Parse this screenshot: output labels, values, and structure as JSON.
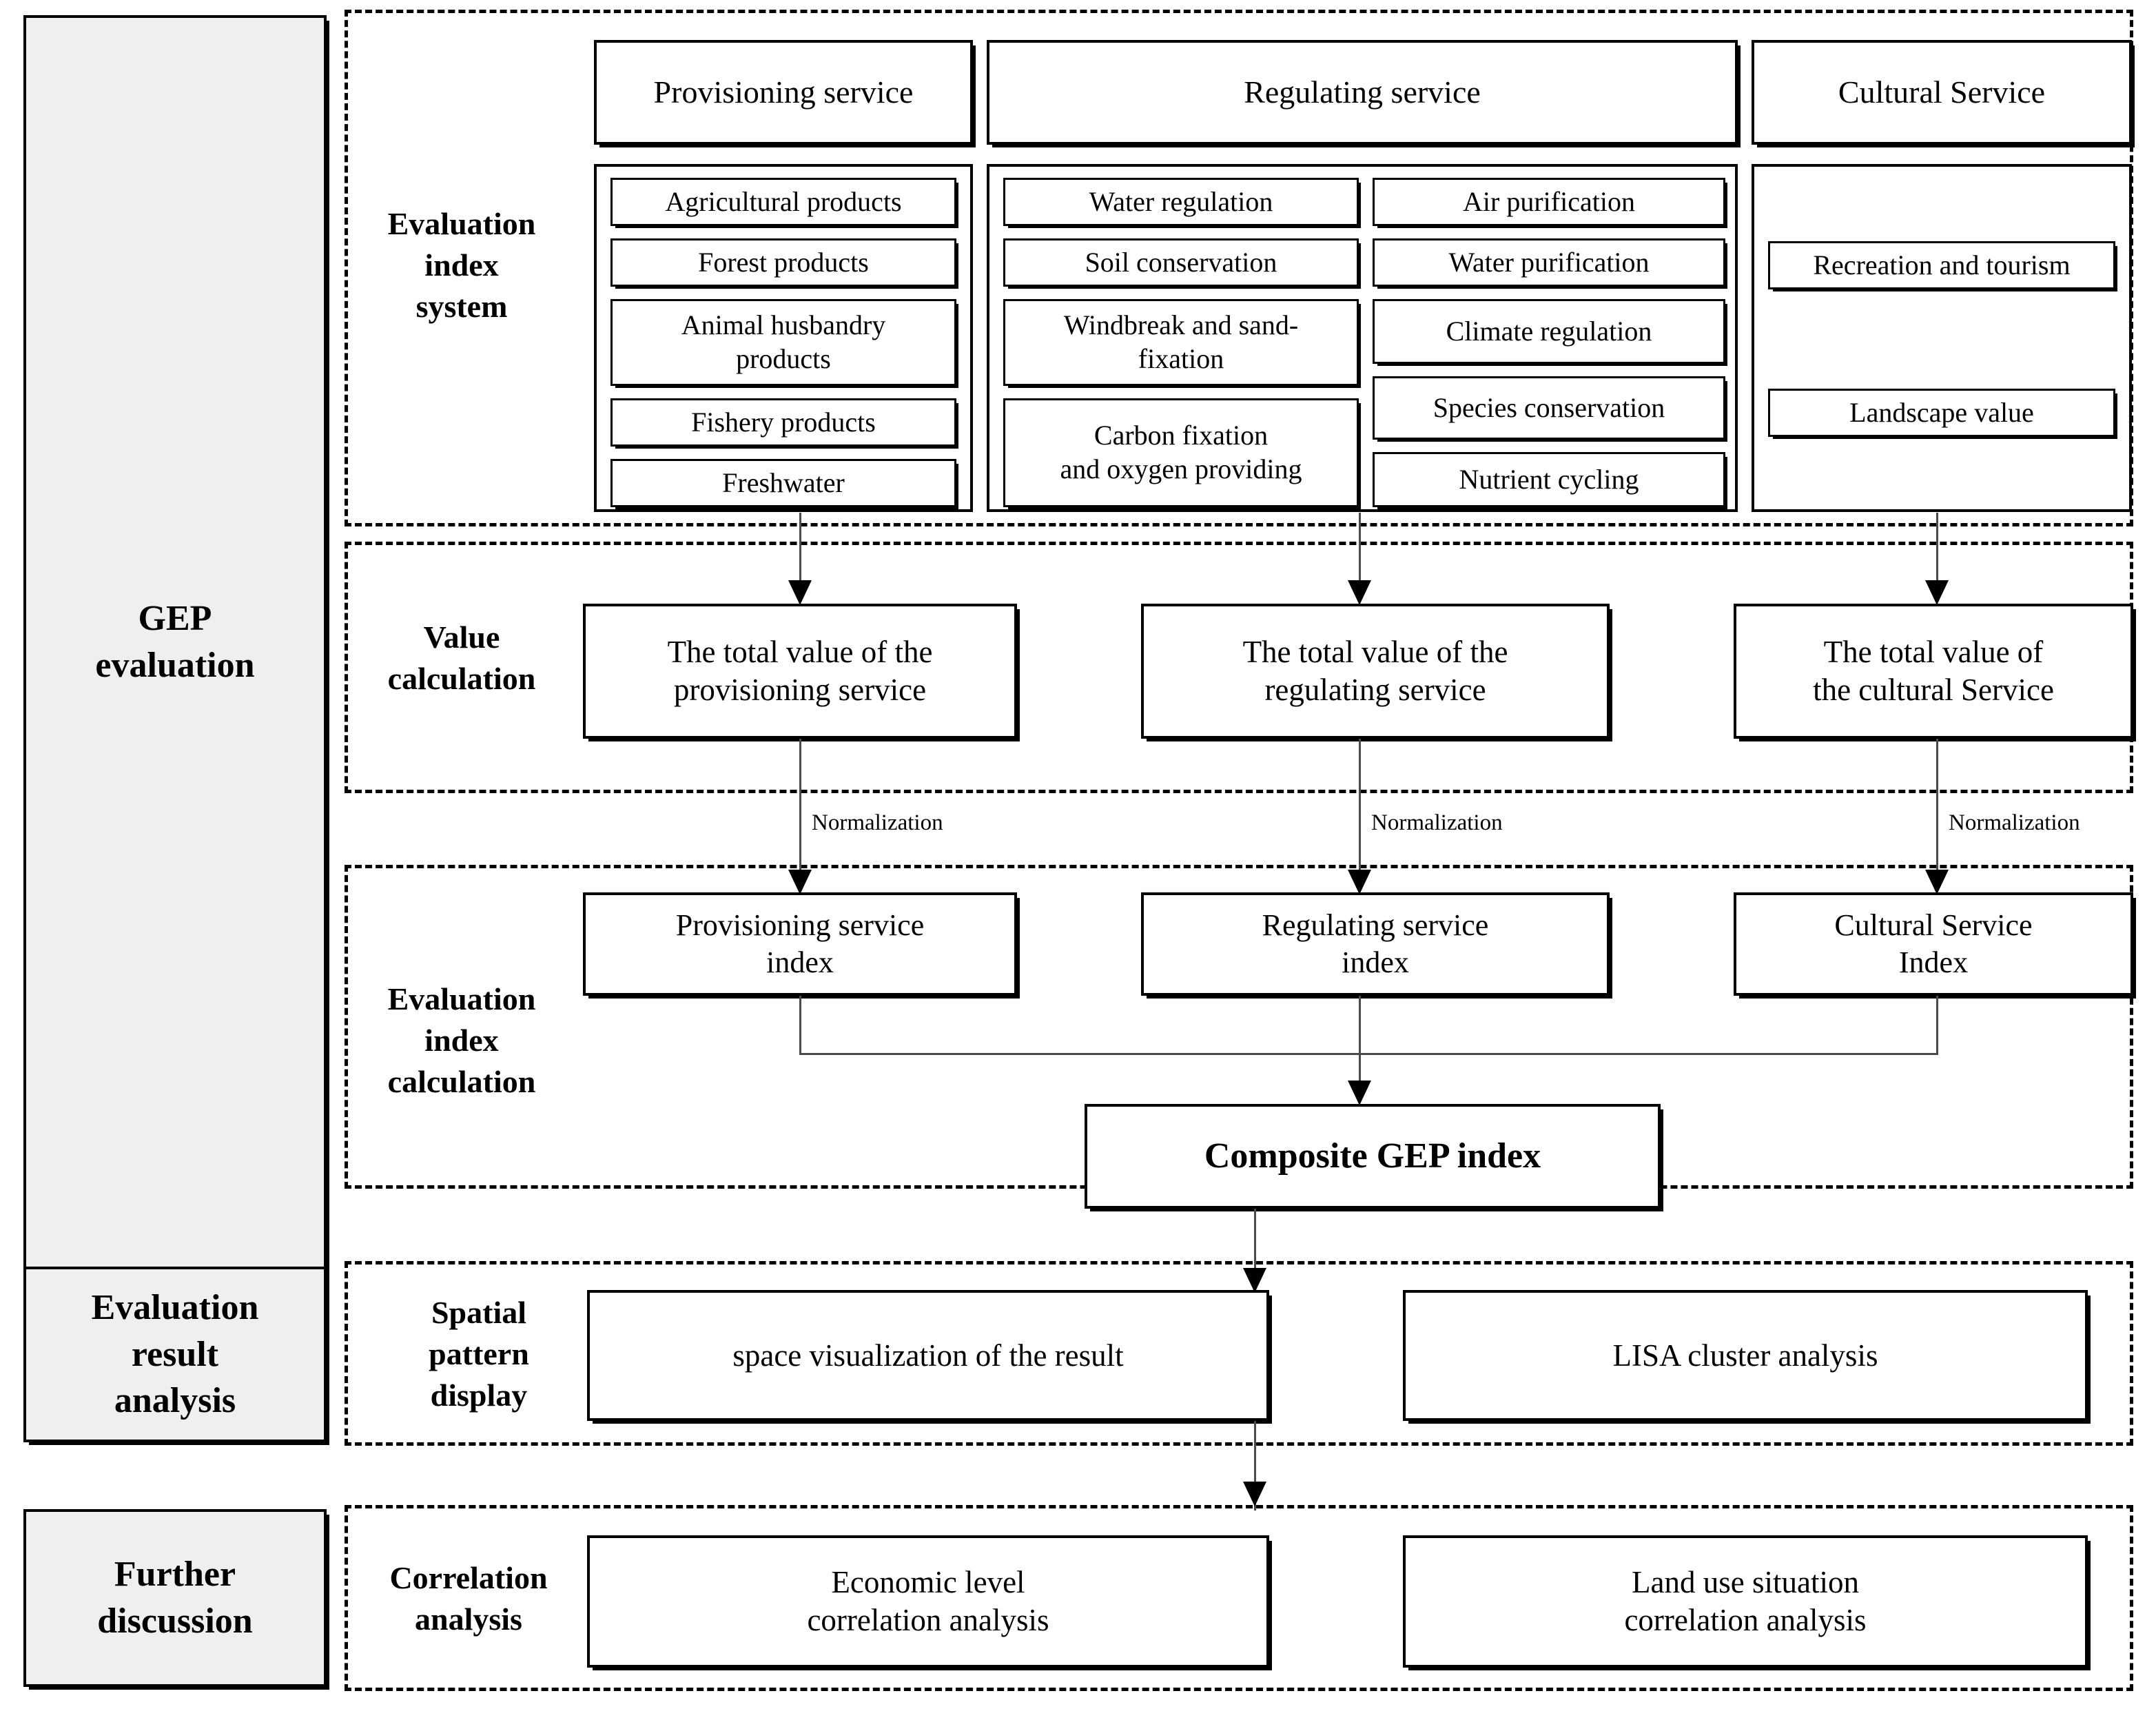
{
  "stages": [
    {
      "id": "gep-evaluation",
      "label": "GEP\nevaluation"
    },
    {
      "id": "evaluation-result-analysis",
      "label": "Evaluation\nresult\nanalysis"
    },
    {
      "id": "further-discussion",
      "label": "Further\ndiscussion"
    }
  ],
  "row_captions": {
    "index_system": "Evaluation\nindex\nsystem",
    "value_calculation": "Value\ncalculation",
    "index_calculation": "Evaluation\nindex\ncalculation",
    "spatial_pattern": "Spatial\npattern\ndisplay",
    "correlation": "Correlation\nanalysis"
  },
  "index_system": {
    "categories": [
      {
        "id": "provisioning",
        "label": "Provisioning service"
      },
      {
        "id": "regulating",
        "label": "Regulating service"
      },
      {
        "id": "cultural",
        "label": "Cultural Service"
      }
    ],
    "provisioning_items": [
      "Agricultural  products",
      "Forest products",
      "Animal  husbandry\nproducts",
      "Fishery products",
      "Freshwater"
    ],
    "regulating_items_col1": [
      "Water regulation",
      "Soil conservation",
      "Windbreak and sand-\nfixation",
      "Carbon fixation\nand oxygen providing"
    ],
    "regulating_items_col2": [
      "Air purification",
      "Water purification",
      "Climate  regulation",
      "Species conservation",
      "Nutrient  cycling"
    ],
    "cultural_items": [
      "Recreation and tourism",
      "Landscape value"
    ]
  },
  "value_calculation": {
    "boxes": [
      "The total value of the\nprovisioning service",
      "The total value of the\nregulating service",
      "The total value of\nthe cultural Service"
    ]
  },
  "edge_labels": {
    "normalization": "Normalization"
  },
  "index_calculation": {
    "boxes": [
      "Provisioning service\nindex",
      "Regulating service\nindex",
      "Cultural Service\nIndex"
    ],
    "composite": "Composite GEP index"
  },
  "spatial_pattern_display": {
    "boxes": [
      "space visualization of the result",
      "LISA cluster analysis"
    ]
  },
  "correlation_analysis": {
    "boxes": [
      "Economic level\ncorrelation analysis",
      "Land use situation\ncorrelation analysis"
    ]
  },
  "colors": {
    "stage_fill": "#efefef",
    "line": "#000000",
    "connector": "#4a4a4a"
  }
}
